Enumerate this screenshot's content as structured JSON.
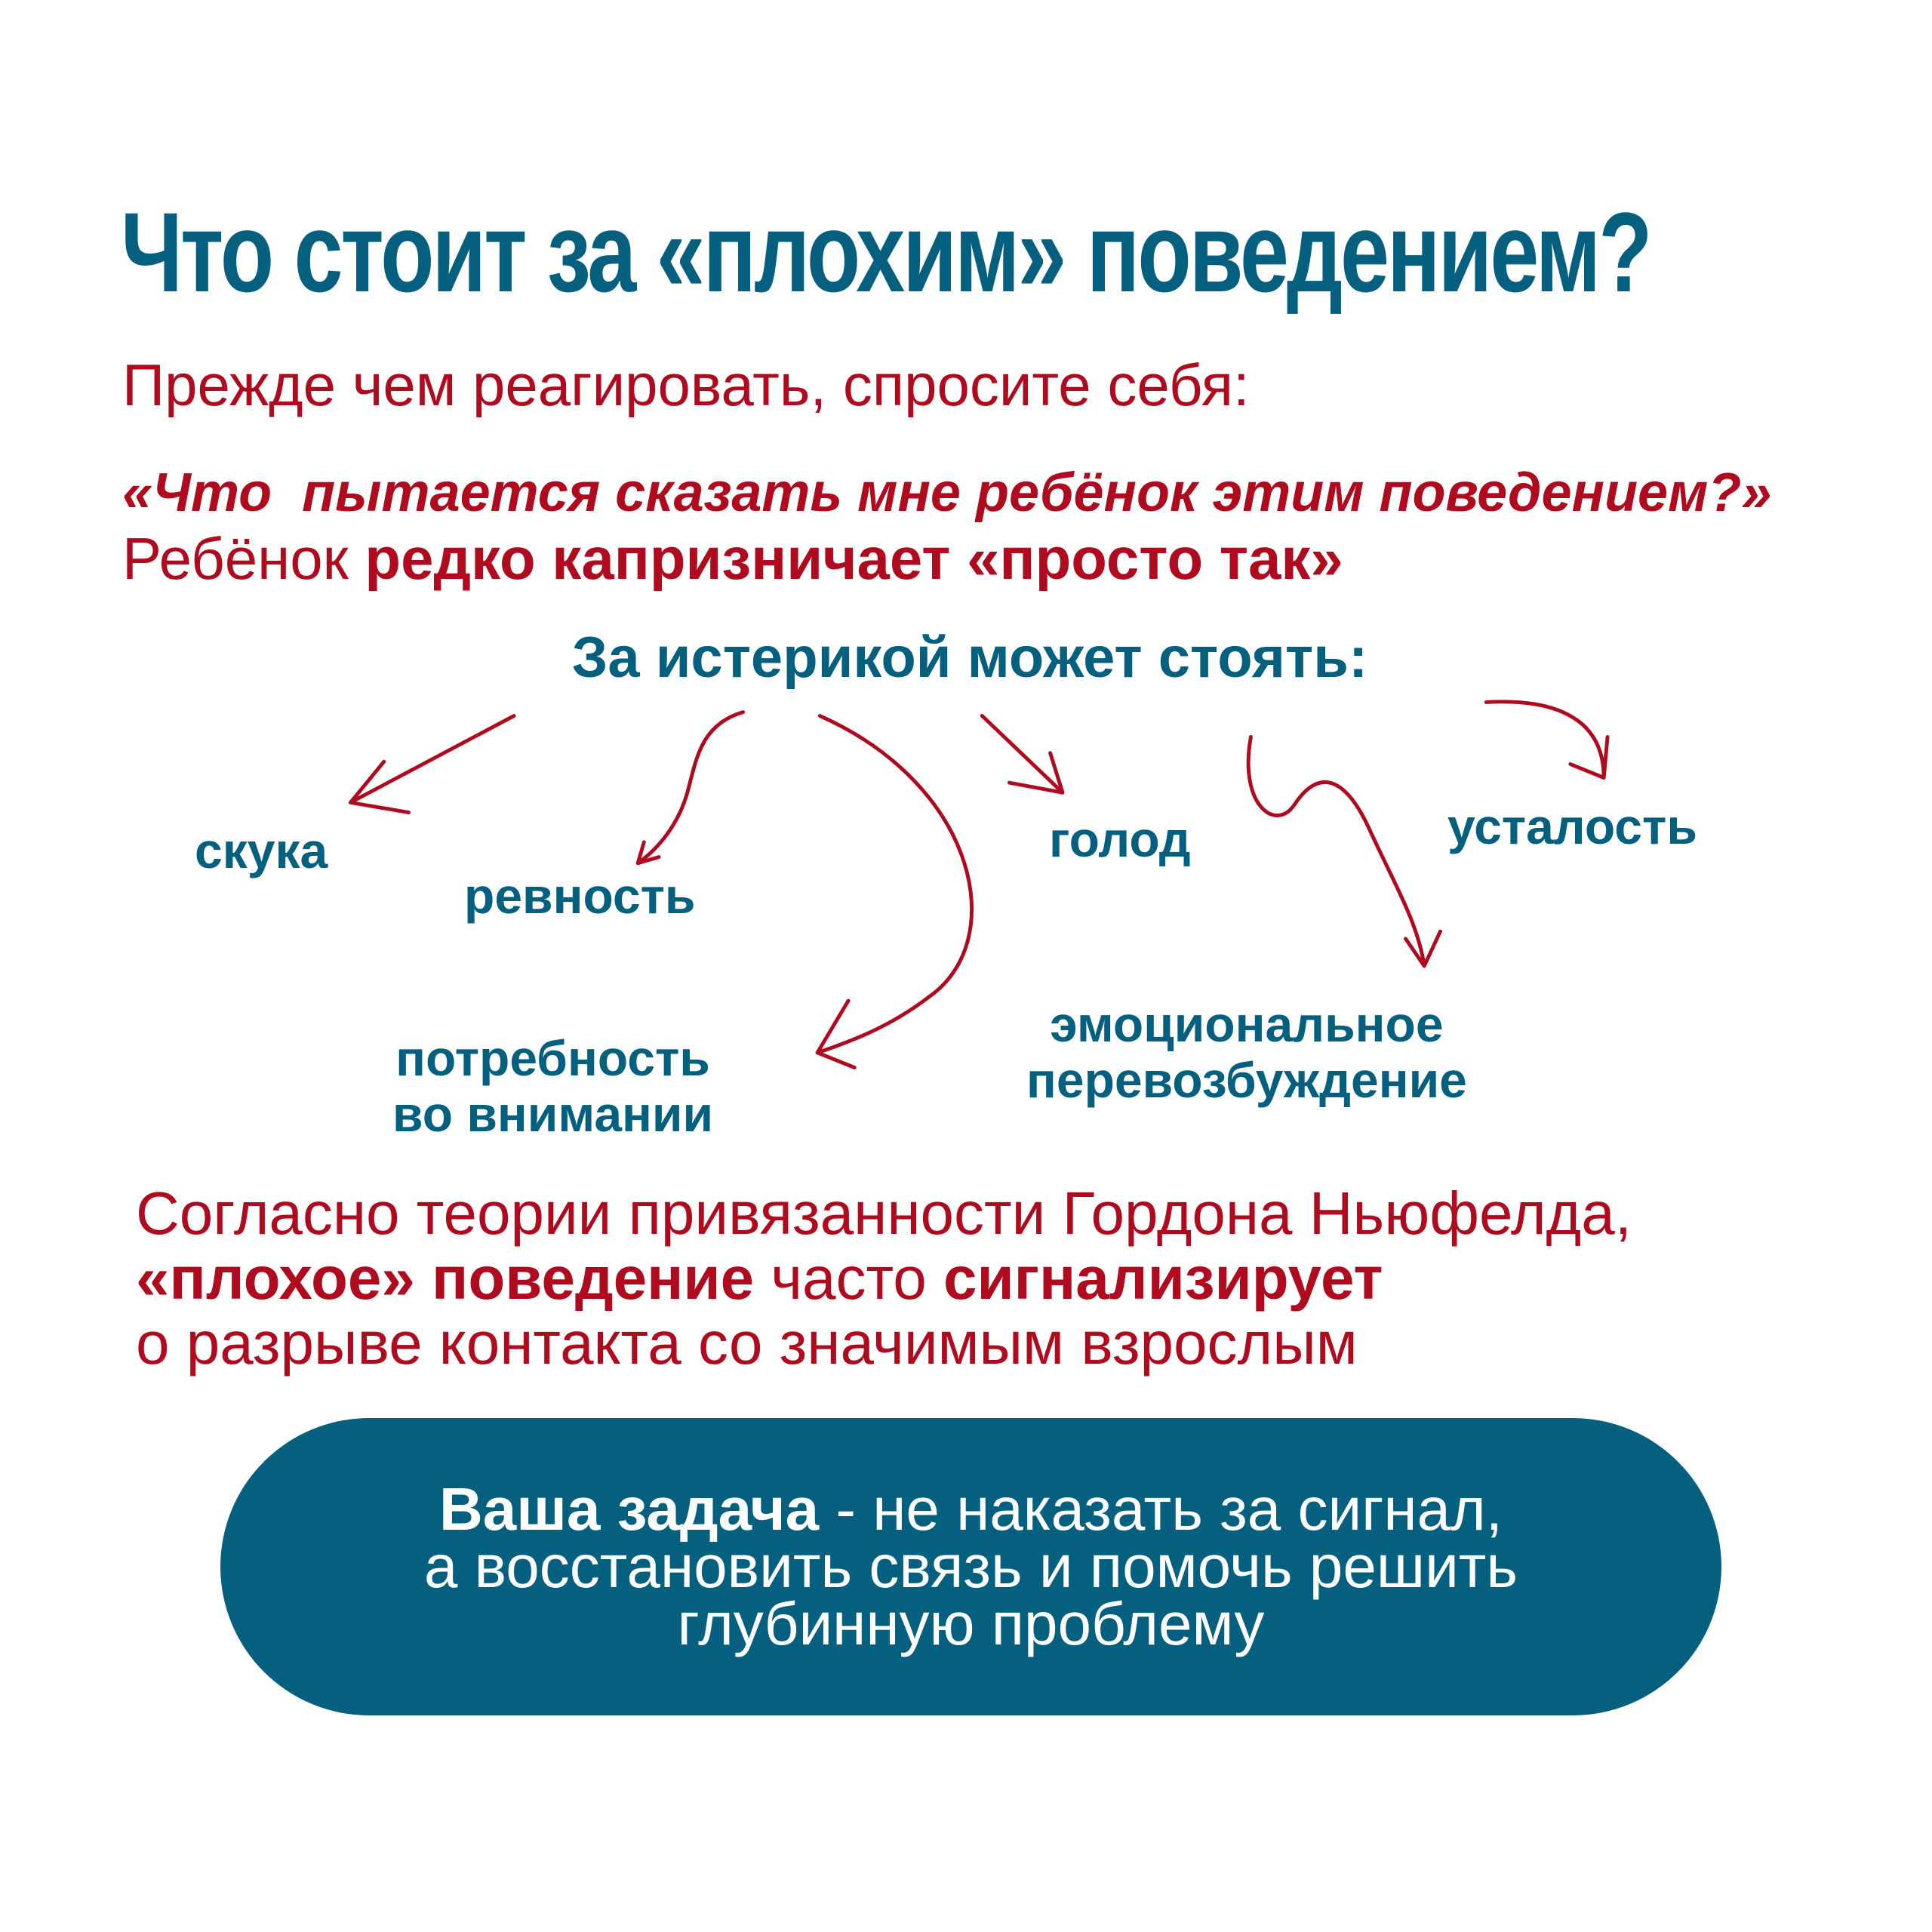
{
  "title": "Что стоит за «плохим» поведением?",
  "intro": "Прежде чем реагировать, спросите себя:",
  "quote": "«Что  пытается сказать мне ребёнок этим поведением?»",
  "rarely": {
    "prefix": "Ребёнок ",
    "bold": "редко капризничает «просто так»"
  },
  "subhead": "За истерикой может стоять:",
  "causes": {
    "boredom": "скука",
    "jealousy": "ревность",
    "hunger": "голод",
    "fatigue": "усталость",
    "attention": [
      "потребность",
      "во внимании"
    ],
    "overexcitement": [
      "эмоциональное",
      "перевозбуждение"
    ]
  },
  "paragraph": {
    "line1": "Согласно теории привязанности Гордона Ньюфелда,",
    "line2_bold1": "«плохое» поведение",
    "line2_mid": " часто ",
    "line2_bold2": "сигнализирует",
    "line3": "о разрыве контакта со значимым взрослым"
  },
  "callout": {
    "bold": "Ваша задача",
    "line1_rest": " - не наказать за сигнал,",
    "line2": "а восстановить связь и помочь решить",
    "line3": "глубинную проблему"
  },
  "colors": {
    "teal": "#05607f",
    "red": "#b00a1e"
  }
}
